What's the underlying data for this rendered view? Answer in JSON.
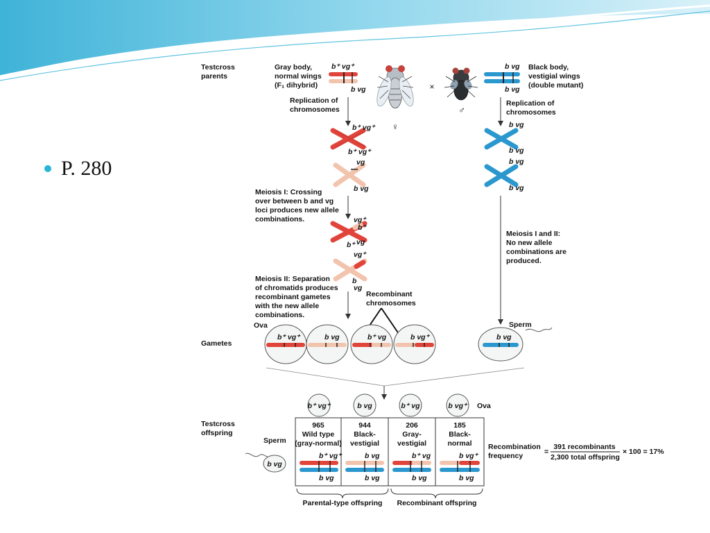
{
  "slide": {
    "bullet_text": "P. 280"
  },
  "figure": {
    "row_labels": {
      "testcross_parents_1": "Testcross",
      "testcross_parents_2": "parents",
      "gametes": "Gametes",
      "testcross_offspring_1": "Testcross",
      "testcross_offspring_2": "offspring"
    },
    "female_parent": {
      "desc_1": "Gray body,",
      "desc_2": "normal wings",
      "desc_3": "(F₁ dihybrid)",
      "top_allele": "b⁺  vg⁺",
      "bottom_allele": "b  vg",
      "symbol": "♀"
    },
    "male_parent": {
      "desc_1": "Black body,",
      "desc_2": "vestigial wings",
      "desc_3": "(double mutant)",
      "top_allele": "b  vg",
      "bottom_allele": "b  vg",
      "symbol": "♂"
    },
    "cross_symbol": "×",
    "steps": {
      "replication_1": "Replication of",
      "replication_2": "chromosomes",
      "replication_r1": "Replication of",
      "replication_r2": "chromosomes",
      "meiosis1_1": "Meiosis I: Crossing",
      "meiosis1_2": "over between b and vg",
      "meiosis1_3": "loci produces new allele",
      "meiosis1_4": "combinations.",
      "meiosis2_1": "Meiosis II: Separation",
      "meiosis2_2": "of chromatids produces",
      "meiosis2_3": "recombinant gametes",
      "meiosis2_4": "with the new allele",
      "meiosis2_5": "combinations.",
      "male_meiosis_1": "Meiosis I and II:",
      "male_meiosis_2": "No new allele",
      "male_meiosis_3": "combinations are",
      "male_meiosis_4": "produced.",
      "recombinant_1": "Recombinant",
      "recombinant_2": "chromosomes"
    },
    "allele_labels": {
      "bplus_vgplus": "b⁺ vg⁺",
      "b_vg": "b  vg",
      "bplus_vg": "b⁺  vg",
      "b_vgplus": "b  vg⁺",
      "bplus": "b⁺",
      "vgplus": "vg⁺",
      "b": "b",
      "vg": "vg"
    },
    "gamete_labels": {
      "ova": "Ova",
      "sperm": "Sperm",
      "ova2": "Ova",
      "sperm2": "Sperm"
    },
    "offspring": [
      {
        "count": "965",
        "line1": "Wild type",
        "line2": "(gray-normal)",
        "top": "b⁺  vg⁺",
        "bottom": "b   vg"
      },
      {
        "count": "944",
        "line1": "Black-",
        "line2": "vestigial",
        "top": "b   vg",
        "bottom": "b   vg"
      },
      {
        "count": "206",
        "line1": "Gray-",
        "line2": "vestigial",
        "top": "b⁺   vg",
        "bottom": "b   vg"
      },
      {
        "count": "185",
        "line1": "Black-",
        "line2": "normal",
        "top": "b   vg⁺",
        "bottom": "b   vg"
      }
    ],
    "footer": {
      "parental": "Parental-type offspring",
      "recombinant": "Recombinant offspring"
    },
    "recombination": {
      "label_1": "Recombination",
      "label_2": "frequency",
      "equals": "=",
      "numerator": "391 recombinants",
      "denominator": "2,300 total offspring",
      "result": "× 100 = 17%"
    }
  },
  "colors": {
    "red": "#e0443a",
    "pink": "#f2c4ae",
    "blue": "#2a98cf",
    "banner": "#5fc3e0"
  }
}
